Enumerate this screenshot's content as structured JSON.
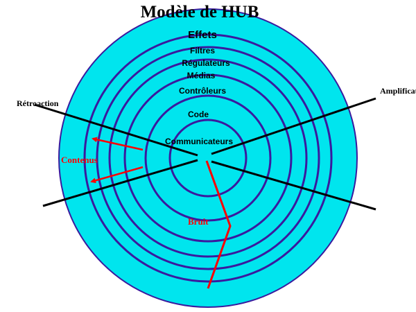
{
  "title": "Modèle de HUB",
  "rings": [
    "Effets",
    "Filtres",
    "Régulateurs",
    "Médias",
    "Contrôleurs",
    "Code",
    "Communicateurs"
  ],
  "side_labels": {
    "left": "Rétroaction",
    "right": "Amplification"
  },
  "annotations": {
    "contents": "Contenus",
    "noise": "Bruit"
  },
  "colors": {
    "fill": "#00e5ee",
    "ring_stroke": "#3a1a9e",
    "lines": "#000000",
    "accent": "#ff0000",
    "text": "#000000"
  }
}
